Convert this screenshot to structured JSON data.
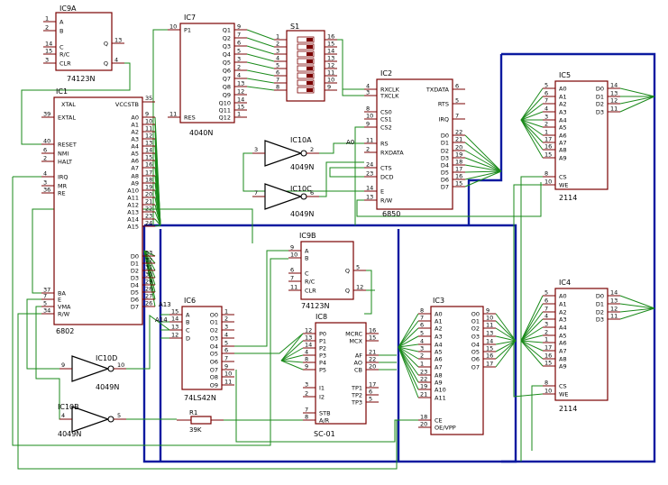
{
  "chips": [
    {
      "ref": "IC9A",
      "part": "74123N",
      "left": [
        {
          "n": "1",
          "s": "A"
        },
        {
          "n": "2",
          "s": "B"
        },
        {
          "n": "14",
          "s": "C"
        },
        {
          "n": "15",
          "s": "R/C"
        },
        {
          "n": "3",
          "s": "CLR"
        }
      ],
      "right": [
        {
          "n": "13",
          "s": "Q"
        },
        {
          "n": "4",
          "s": "Q"
        }
      ]
    },
    {
      "ref": "IC7",
      "part": "4040N",
      "left": [
        {
          "n": "10",
          "s": "P1"
        },
        {
          "n": "11",
          "s": "RES"
        }
      ],
      "right": [
        {
          "n": "9",
          "s": "Q1"
        },
        {
          "n": "7",
          "s": "Q2"
        },
        {
          "n": "6",
          "s": "Q3"
        },
        {
          "n": "5",
          "s": "Q4"
        },
        {
          "n": "3",
          "s": "Q5"
        },
        {
          "n": "2",
          "s": "Q6"
        },
        {
          "n": "4",
          "s": "Q7"
        },
        {
          "n": "13",
          "s": "Q8"
        },
        {
          "n": "12",
          "s": "Q9"
        },
        {
          "n": "14",
          "s": "Q10"
        },
        {
          "n": "15",
          "s": "Q11"
        },
        {
          "n": "1",
          "s": "Q12"
        }
      ]
    },
    {
      "ref": "S1",
      "part": "",
      "left": [
        {
          "n": "1",
          "s": ""
        },
        {
          "n": "2",
          "s": ""
        },
        {
          "n": "3",
          "s": ""
        },
        {
          "n": "4",
          "s": ""
        },
        {
          "n": "5",
          "s": ""
        },
        {
          "n": "6",
          "s": ""
        },
        {
          "n": "7",
          "s": ""
        },
        {
          "n": "8",
          "s": ""
        }
      ],
      "right": [
        {
          "n": "16",
          "s": ""
        },
        {
          "n": "15",
          "s": ""
        },
        {
          "n": "14",
          "s": ""
        },
        {
          "n": "13",
          "s": ""
        },
        {
          "n": "12",
          "s": ""
        },
        {
          "n": "11",
          "s": ""
        },
        {
          "n": "10",
          "s": ""
        },
        {
          "n": "9",
          "s": ""
        }
      ]
    },
    {
      "ref": "IC1",
      "part": "6802",
      "left": [
        {
          "n": "39",
          "s": "EXTAL"
        },
        {
          "n": "40",
          "s": "RESET"
        },
        {
          "n": "6",
          "s": "NMI"
        },
        {
          "n": "2",
          "s": "HALT"
        },
        {
          "n": "4",
          "s": "IRQ"
        },
        {
          "n": "3",
          "s": "MR"
        },
        {
          "n": "36",
          "s": "RE"
        },
        {
          "n": "37",
          "s": "BA"
        },
        {
          "n": "7",
          "s": "E"
        },
        {
          "n": "5",
          "s": "VMA"
        },
        {
          "n": "34",
          "s": "R/W"
        }
      ],
      "top": {
        "xtal": "XTAL",
        "vcc": "VCCSTB",
        "pin": "35"
      },
      "right": [
        {
          "n": "9",
          "s": "A0"
        },
        {
          "n": "10",
          "s": "A1"
        },
        {
          "n": "11",
          "s": "A2"
        },
        {
          "n": "12",
          "s": "A3"
        },
        {
          "n": "13",
          "s": "A4"
        },
        {
          "n": "14",
          "s": "A5"
        },
        {
          "n": "15",
          "s": "A6"
        },
        {
          "n": "16",
          "s": "A7"
        },
        {
          "n": "17",
          "s": "A8"
        },
        {
          "n": "18",
          "s": "A9"
        },
        {
          "n": "19",
          "s": "A10"
        },
        {
          "n": "20",
          "s": "A11"
        },
        {
          "n": "21",
          "s": "A12"
        },
        {
          "n": "22",
          "s": "A13"
        },
        {
          "n": "23",
          "s": "A14"
        },
        {
          "n": "24",
          "s": "A15"
        },
        {
          "n": "33",
          "s": "D0"
        },
        {
          "n": "32",
          "s": "D1"
        },
        {
          "n": "31",
          "s": "D2"
        },
        {
          "n": "30",
          "s": "D3"
        },
        {
          "n": "29",
          "s": "D4"
        },
        {
          "n": "28",
          "s": "D5"
        },
        {
          "n": "27",
          "s": "D6"
        },
        {
          "n": "26",
          "s": "D7"
        }
      ]
    },
    {
      "ref": "IC2",
      "part": "6850",
      "left": [
        {
          "n": "4",
          "s": "RXCLK"
        },
        {
          "n": "3",
          "s": "TXCLK"
        },
        {
          "n": "8",
          "s": "CS0"
        },
        {
          "n": "10",
          "s": "CS1"
        },
        {
          "n": "9",
          "s": "CS2"
        },
        {
          "n": "11",
          "s": "RS"
        },
        {
          "n": "2",
          "s": "RXDATA"
        },
        {
          "n": "24",
          "s": "CTS"
        },
        {
          "n": "23",
          "s": "DCD"
        },
        {
          "n": "14",
          "s": "E"
        },
        {
          "n": "13",
          "s": "R/W"
        }
      ],
      "right": [
        {
          "n": "6",
          "s": "TXDATA"
        },
        {
          "n": "5",
          "s": "RTS"
        },
        {
          "n": "7",
          "s": "IRQ"
        },
        {
          "n": "22",
          "s": "D0"
        },
        {
          "n": "21",
          "s": "D1"
        },
        {
          "n": "20",
          "s": "D2"
        },
        {
          "n": "19",
          "s": "D3"
        },
        {
          "n": "18",
          "s": "D4"
        },
        {
          "n": "17",
          "s": "D5"
        },
        {
          "n": "16",
          "s": "D6"
        },
        {
          "n": "15",
          "s": "D7"
        }
      ]
    },
    {
      "ref": "IC5",
      "part": "2114",
      "left": [
        {
          "n": "5",
          "s": "A0"
        },
        {
          "n": "6",
          "s": "A1"
        },
        {
          "n": "7",
          "s": "A2"
        },
        {
          "n": "4",
          "s": "A3"
        },
        {
          "n": "3",
          "s": "A4"
        },
        {
          "n": "2",
          "s": "A5"
        },
        {
          "n": "1",
          "s": "A6"
        },
        {
          "n": "17",
          "s": "A7"
        },
        {
          "n": "16",
          "s": "A8"
        },
        {
          "n": "15",
          "s": "A9"
        },
        {
          "n": "8",
          "s": "CS"
        },
        {
          "n": "10",
          "s": "WE"
        }
      ],
      "right": [
        {
          "n": "14",
          "s": "D0"
        },
        {
          "n": "13",
          "s": "D1"
        },
        {
          "n": "12",
          "s": "D2"
        },
        {
          "n": "11",
          "s": "D3"
        }
      ]
    },
    {
      "ref": "IC4",
      "part": "2114",
      "left": [
        {
          "n": "5",
          "s": "A0"
        },
        {
          "n": "6",
          "s": "A1"
        },
        {
          "n": "7",
          "s": "A2"
        },
        {
          "n": "4",
          "s": "A3"
        },
        {
          "n": "3",
          "s": "A4"
        },
        {
          "n": "2",
          "s": "A5"
        },
        {
          "n": "1",
          "s": "A6"
        },
        {
          "n": "17",
          "s": "A7"
        },
        {
          "n": "16",
          "s": "A8"
        },
        {
          "n": "15",
          "s": "A9"
        },
        {
          "n": "8",
          "s": "CS"
        },
        {
          "n": "10",
          "s": "WE"
        }
      ],
      "right": [
        {
          "n": "14",
          "s": "D0"
        },
        {
          "n": "13",
          "s": "D1"
        },
        {
          "n": "12",
          "s": "D2"
        },
        {
          "n": "11",
          "s": "D3"
        }
      ]
    },
    {
      "ref": "IC9B",
      "part": "74123N",
      "left": [
        {
          "n": "9",
          "s": "A"
        },
        {
          "n": "10",
          "s": "B"
        },
        {
          "n": "6",
          "s": "C"
        },
        {
          "n": "7",
          "s": "R/C"
        },
        {
          "n": "11",
          "s": "CLR"
        }
      ],
      "right": [
        {
          "n": "5",
          "s": "Q"
        },
        {
          "n": "12",
          "s": "Q"
        }
      ]
    },
    {
      "ref": "IC6",
      "part": "74LS42N",
      "left": [
        {
          "n": "15",
          "s": "A"
        },
        {
          "n": "14",
          "s": "B"
        },
        {
          "n": "13",
          "s": "C"
        },
        {
          "n": "12",
          "s": "D"
        }
      ],
      "right": [
        {
          "n": "1",
          "s": "O0"
        },
        {
          "n": "2",
          "s": "O1"
        },
        {
          "n": "3",
          "s": "O2"
        },
        {
          "n": "4",
          "s": "O3"
        },
        {
          "n": "5",
          "s": "O4"
        },
        {
          "n": "6",
          "s": "O5"
        },
        {
          "n": "7",
          "s": "O6"
        },
        {
          "n": "9",
          "s": "O7"
        },
        {
          "n": "10",
          "s": "O8"
        },
        {
          "n": "11",
          "s": "O9"
        }
      ]
    },
    {
      "ref": "IC8",
      "part": "SC-01",
      "left": [
        {
          "n": "12",
          "s": "P0"
        },
        {
          "n": "13",
          "s": "P1"
        },
        {
          "n": "14",
          "s": "P2"
        },
        {
          "n": "4",
          "s": "P3"
        },
        {
          "n": "8",
          "s": "P4"
        },
        {
          "n": "9",
          "s": "P5"
        },
        {
          "n": "3",
          "s": "I1"
        },
        {
          "n": "2",
          "s": "I2"
        },
        {
          "n": "7",
          "s": "STB"
        },
        {
          "n": "8",
          "s": "A/R"
        }
      ],
      "right": [
        {
          "n": "16",
          "s": "MCRC"
        },
        {
          "n": "15",
          "s": "MCX"
        },
        {
          "n": "21",
          "s": "AF"
        },
        {
          "n": "22",
          "s": "AO"
        },
        {
          "n": "20",
          "s": "CB"
        },
        {
          "n": "17",
          "s": "TP1"
        },
        {
          "n": "6",
          "s": "TP2"
        },
        {
          "n": "5",
          "s": "TP3"
        }
      ]
    },
    {
      "ref": "IC3",
      "part": "",
      "left": [
        {
          "n": "8",
          "s": "A0"
        },
        {
          "n": "7",
          "s": "A1"
        },
        {
          "n": "6",
          "s": "A2"
        },
        {
          "n": "5",
          "s": "A3"
        },
        {
          "n": "4",
          "s": "A4"
        },
        {
          "n": "3",
          "s": "A5"
        },
        {
          "n": "2",
          "s": "A6"
        },
        {
          "n": "1",
          "s": "A7"
        },
        {
          "n": "23",
          "s": "A8"
        },
        {
          "n": "22",
          "s": "A9"
        },
        {
          "n": "19",
          "s": "A10"
        },
        {
          "n": "21",
          "s": "A11"
        },
        {
          "n": "18",
          "s": "CE"
        },
        {
          "n": "20",
          "s": "OE/VPP"
        }
      ],
      "right": [
        {
          "n": "9",
          "s": "O0"
        },
        {
          "n": "10",
          "s": "O1"
        },
        {
          "n": "11",
          "s": "O2"
        },
        {
          "n": "13",
          "s": "O3"
        },
        {
          "n": "14",
          "s": "O4"
        },
        {
          "n": "15",
          "s": "O5"
        },
        {
          "n": "16",
          "s": "O6"
        },
        {
          "n": "17",
          "s": "O7"
        }
      ]
    }
  ],
  "inverters": [
    {
      "ref": "IC10A",
      "part": "4049N",
      "in": "3",
      "out": "2"
    },
    {
      "ref": "IC10C",
      "part": "4049N",
      "in": "7",
      "out": "6"
    },
    {
      "ref": "IC10D",
      "part": "4049N",
      "in": "9",
      "out": "10"
    },
    {
      "ref": "IC10B",
      "part": "4049N",
      "in": "4",
      "out": "5"
    }
  ],
  "resistor": {
    "ref": "R1",
    "value": "39K"
  },
  "net_labels": {
    "a0": "A0",
    "a13": "A13",
    "a14": "A14"
  },
  "colors": {
    "chip_outline": "#7a0000",
    "wire": "#1a8a1a",
    "bus": "#0b1aa0"
  }
}
